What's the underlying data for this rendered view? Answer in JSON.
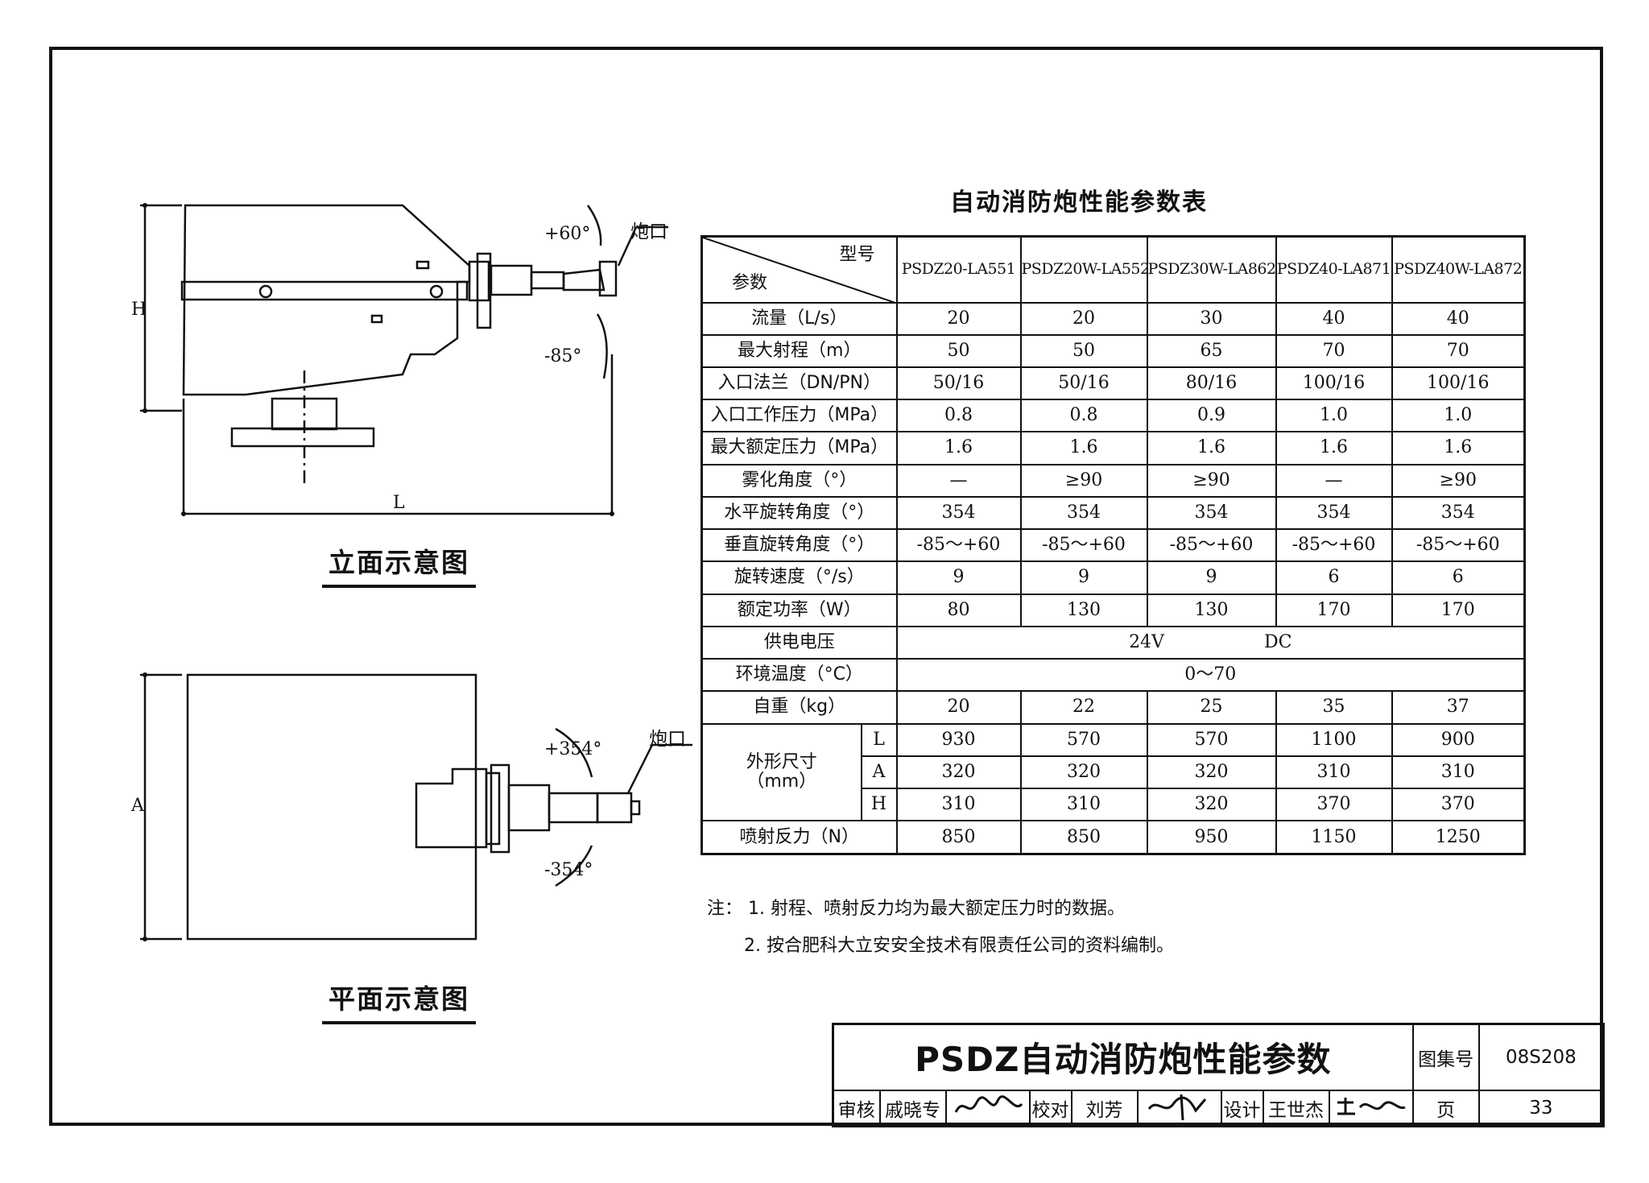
{
  "drawings": {
    "elevation": {
      "caption": "立面示意图",
      "dim_height": "H",
      "dim_length": "L",
      "angle_up": "+60°",
      "angle_down": "-85°",
      "nozzle_label": "炮口"
    },
    "plan": {
      "caption": "平面示意图",
      "dim_width": "A",
      "angle_left": "+354°",
      "angle_right": "-354°",
      "nozzle_label": "炮口"
    }
  },
  "table": {
    "title": "自动消防炮性能参数表",
    "header_model": "型号",
    "header_param": "参数",
    "models": [
      "PSDZ20-LA551",
      "PSDZ20W-LA552",
      "PSDZ30W-LA862",
      "PSDZ40-LA871",
      "PSDZ40W-LA872"
    ],
    "rows": [
      {
        "param": "流量（L/s）",
        "values": [
          "20",
          "20",
          "30",
          "40",
          "40"
        ]
      },
      {
        "param": "最大射程（m）",
        "values": [
          "50",
          "50",
          "65",
          "70",
          "70"
        ]
      },
      {
        "param": "入口法兰（DN/PN）",
        "values": [
          "50/16",
          "50/16",
          "80/16",
          "100/16",
          "100/16"
        ]
      },
      {
        "param": "入口工作压力（MPa）",
        "values": [
          "0.8",
          "0.8",
          "0.9",
          "1.0",
          "1.0"
        ]
      },
      {
        "param": "最大额定压力（MPa）",
        "values": [
          "1.6",
          "1.6",
          "1.6",
          "1.6",
          "1.6"
        ]
      },
      {
        "param": "雾化角度（°）",
        "values": [
          "—",
          "≥90",
          "≥90",
          "—",
          "≥90"
        ]
      },
      {
        "param": "水平旋转角度（°）",
        "values": [
          "354",
          "354",
          "354",
          "354",
          "354"
        ]
      },
      {
        "param": "垂直旋转角度（°）",
        "values": [
          "-85～+60",
          "-85～+60",
          "-85～+60",
          "-85～+60",
          "-85～+60"
        ]
      },
      {
        "param": "旋转速度（°/s）",
        "values": [
          "9",
          "9",
          "9",
          "6",
          "6"
        ]
      },
      {
        "param": "额定功率（W）",
        "values": [
          "80",
          "130",
          "130",
          "170",
          "170"
        ]
      }
    ],
    "voltage": {
      "param": "供电电压",
      "value_a": "24V",
      "value_b": "DC"
    },
    "temperature": {
      "param": "环境温度（°C）",
      "value": "0～70"
    },
    "weight": {
      "param": "自重（kg）",
      "values": [
        "20",
        "22",
        "25",
        "35",
        "37"
      ]
    },
    "dimensions": {
      "param": "外形尺寸",
      "unit": "（mm）",
      "rows": [
        {
          "sub": "L",
          "values": [
            "930",
            "570",
            "570",
            "1100",
            "900"
          ]
        },
        {
          "sub": "A",
          "values": [
            "320",
            "320",
            "320",
            "310",
            "310"
          ]
        },
        {
          "sub": "H",
          "values": [
            "310",
            "310",
            "320",
            "370",
            "370"
          ]
        }
      ]
    },
    "reaction": {
      "param": "喷射反力（N）",
      "values": [
        "850",
        "850",
        "950",
        "1150",
        "1250"
      ]
    }
  },
  "notes": {
    "prefix": "注：",
    "items": [
      "1. 射程、喷射反力均为最大额定压力时的数据。",
      "2. 按合肥科大立安安全技术有限责任公司的资料编制。"
    ]
  },
  "titleblock": {
    "title": "PSDZ自动消防炮性能参数",
    "atlas_label": "图集号",
    "atlas_no": "08S208",
    "page_label": "页",
    "page_no": "33",
    "review_label": "审核",
    "reviewer": "戚晓专",
    "check_label": "校对",
    "checker": "刘芳",
    "design_label": "设计",
    "designer": "王世杰"
  }
}
